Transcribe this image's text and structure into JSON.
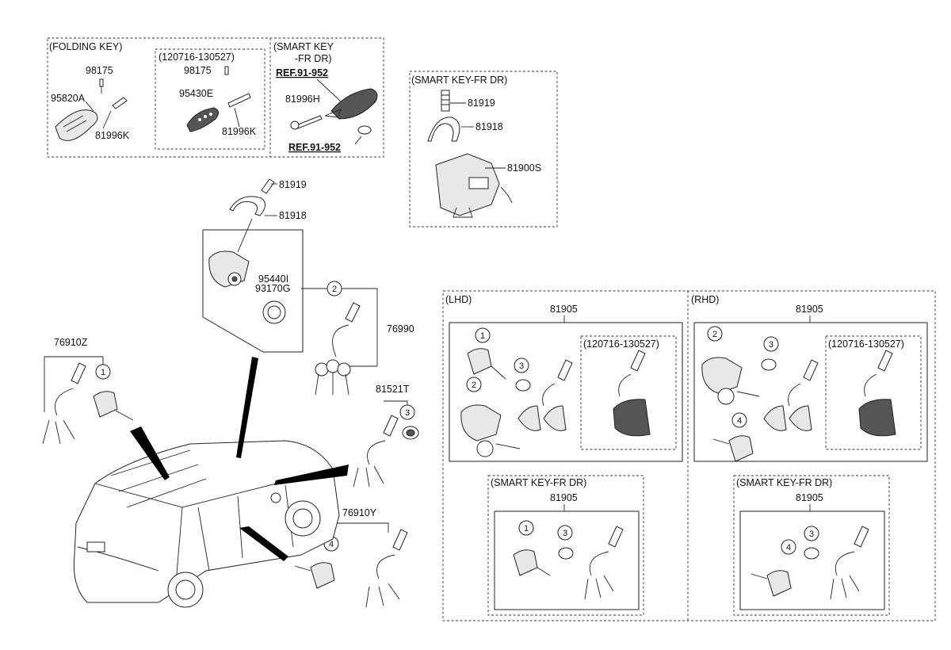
{
  "boxes": {
    "folding_key": "(FOLDING KEY)",
    "date_range_folding": "(120716-130527)",
    "smart_key_fr_dr_top": "(SMART KEY",
    "smart_key_fr_dr_top2": "-FR DR)",
    "smart_key_fr_dr_right": "(SMART KEY-FR DR)",
    "lhd": "(LHD)",
    "rhd": "(RHD)",
    "date_range_lhd": "(120716-130527)",
    "date_range_rhd": "(120716-130527)",
    "smart_key_lhd": "(SMART KEY-FR DR)",
    "smart_key_rhd": "(SMART KEY-FR DR)"
  },
  "labels": {
    "p98175_a": "98175",
    "p95820A": "95820A",
    "p81996K_a": "81996K",
    "p98175_b": "98175",
    "p95430E": "95430E",
    "p81996K_b": "81996K",
    "ref_a": "REF.91-952",
    "p81996H": "81996H",
    "ref_b": "REF.91-952",
    "p81919_r": "81919",
    "p81918_r": "81918",
    "p81900S": "81900S",
    "p81919_c": "81919",
    "p81918_c": "81918",
    "p95440I": "95440I",
    "p93170G": "93170G",
    "p76990": "76990",
    "p76910Z": "76910Z",
    "p81521T": "81521T",
    "p76910Y": "76910Y",
    "p81905_lhd": "81905",
    "p81905_rhd": "81905",
    "p81905_lhd_sk": "81905",
    "p81905_rhd_sk": "81905"
  },
  "callouts": [
    "1",
    "2",
    "3",
    "4"
  ]
}
